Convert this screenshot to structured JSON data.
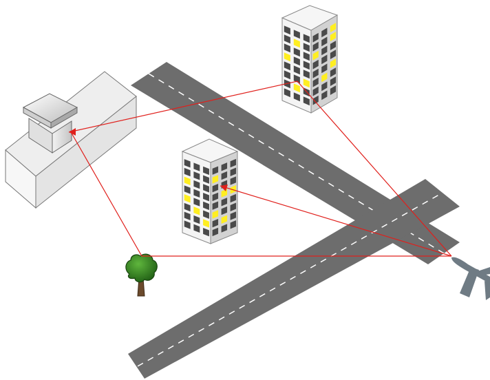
{
  "diagram": {
    "kind": "isometric multipath propagation scene",
    "objects": [
      {
        "id": "control-building",
        "type": "building-with-antenna-tower"
      },
      {
        "id": "tall-building-back",
        "type": "high-rise-building",
        "lit_windows": true
      },
      {
        "id": "tall-building-front",
        "type": "high-rise-building",
        "lit_windows": true
      },
      {
        "id": "tree",
        "type": "tree"
      },
      {
        "id": "aircraft",
        "type": "airplane",
        "partially_visible": true
      },
      {
        "id": "runway-1",
        "type": "runway",
        "center_line": "dashed"
      },
      {
        "id": "runway-2",
        "type": "runway",
        "center_line": "dashed"
      }
    ],
    "signal_paths": [
      {
        "from": "aircraft",
        "via": "tall-building-back",
        "to": "control-building"
      },
      {
        "from": "aircraft",
        "to": "tall-building-front"
      },
      {
        "from": "aircraft",
        "via": "tree",
        "to": "control-building"
      }
    ]
  },
  "colors": {
    "runway": "#6d6d6d",
    "runway_marking": "#ffffff",
    "signal_path": "#e0201c",
    "building_face_light": "#f4f4f4",
    "building_face_dark": "#d2d2d2",
    "window_dark": "#4a4a4a",
    "window_lit": "#ffee22",
    "tree_foliage": "#2f7d1f",
    "tree_trunk": "#6b4a2c",
    "aircraft": "#6f7b84"
  }
}
